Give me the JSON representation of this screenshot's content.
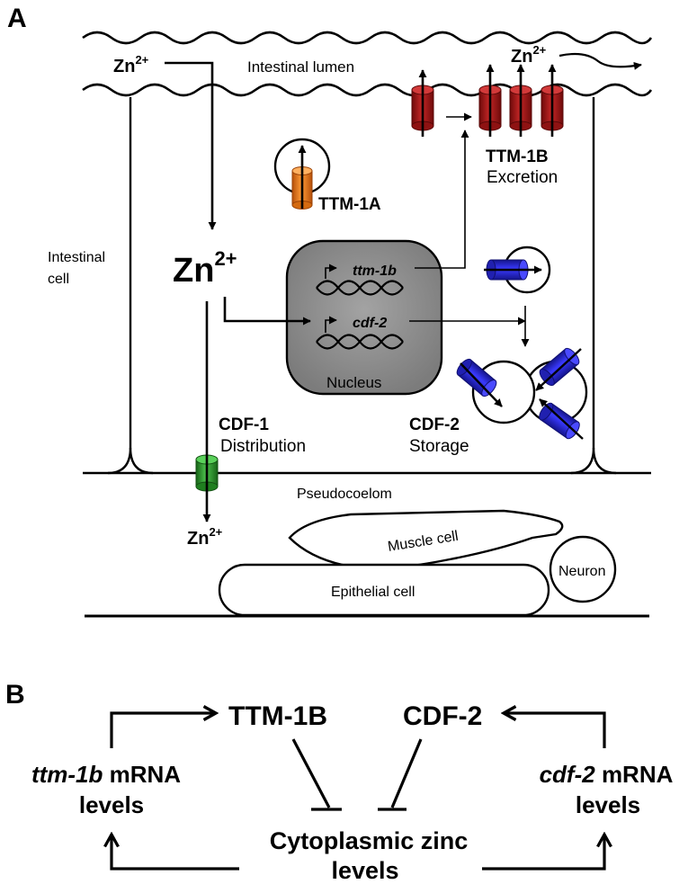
{
  "panel_a": {
    "label": "A",
    "zn_lumen": "Zn",
    "zn_out": "Zn",
    "zn_cyto": "Zn",
    "zn_pseudo": "Zn",
    "zn_charge": "2+",
    "intestinal_lumen": "Intestinal lumen",
    "intestinal_cell_line1": "Intestinal",
    "intestinal_cell_line2": "cell",
    "ttm1a": "TTM-1A",
    "ttm1b": "TTM-1B",
    "excretion": "Excretion",
    "gene_ttm1b": "ttm-1b",
    "gene_cdf2": "cdf-2",
    "nucleus": "Nucleus",
    "cdf1": "CDF-1",
    "distribution": "Distribution",
    "cdf2": "CDF-2",
    "storage": "Storage",
    "pseudocoelom": "Pseudocoelom",
    "muscle_cell": "Muscle cell",
    "epithelial_cell": "Epithelial cell",
    "neuron": "Neuron"
  },
  "panel_b": {
    "label": "B",
    "ttm1b": "TTM-1B",
    "cdf2": "CDF-2",
    "ttm1b_gene": "ttm-1b",
    "cdf2_gene": "cdf-2",
    "mrna": " mRNA",
    "levels": "levels",
    "cyto_line1": "Cytoplasmic zinc",
    "cyto_line2": "levels"
  },
  "colors": {
    "ttm1b_transporter": "#b01a1a",
    "ttm1a_transporter": "#f07a1e",
    "cdf2_transporter": "#2424d8",
    "cdf1_transporter": "#2a9a2a",
    "nucleus_fill": "#8a8a8a"
  }
}
